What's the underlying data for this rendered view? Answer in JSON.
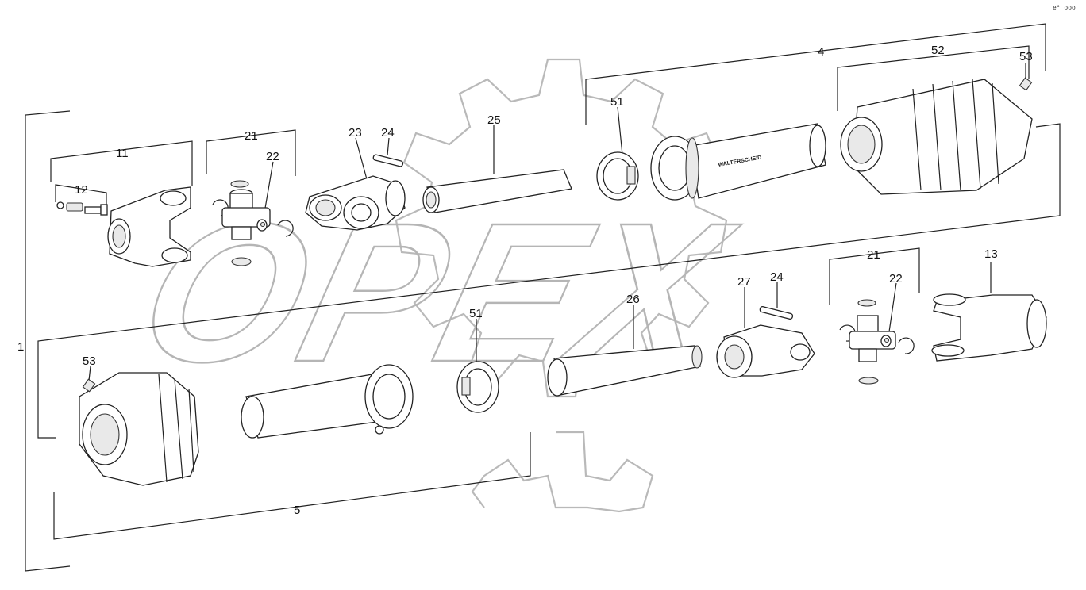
{
  "watermark": {
    "text": "OPEX"
  },
  "brand_text": "WALTERSCHEID",
  "corner_mark": "e° ooo",
  "labels": {
    "l1": "1",
    "l4": "4",
    "l5": "5",
    "l11": "11",
    "l12": "12",
    "l13": "13",
    "l21a": "21",
    "l21b": "21",
    "l22a": "22",
    "l22b": "22",
    "l23": "23",
    "l24a": "24",
    "l24b": "24",
    "l25": "25",
    "l26": "26",
    "l27": "27",
    "l51a": "51",
    "l51b": "51",
    "l52": "52",
    "l53a": "53",
    "l53b": "53"
  }
}
